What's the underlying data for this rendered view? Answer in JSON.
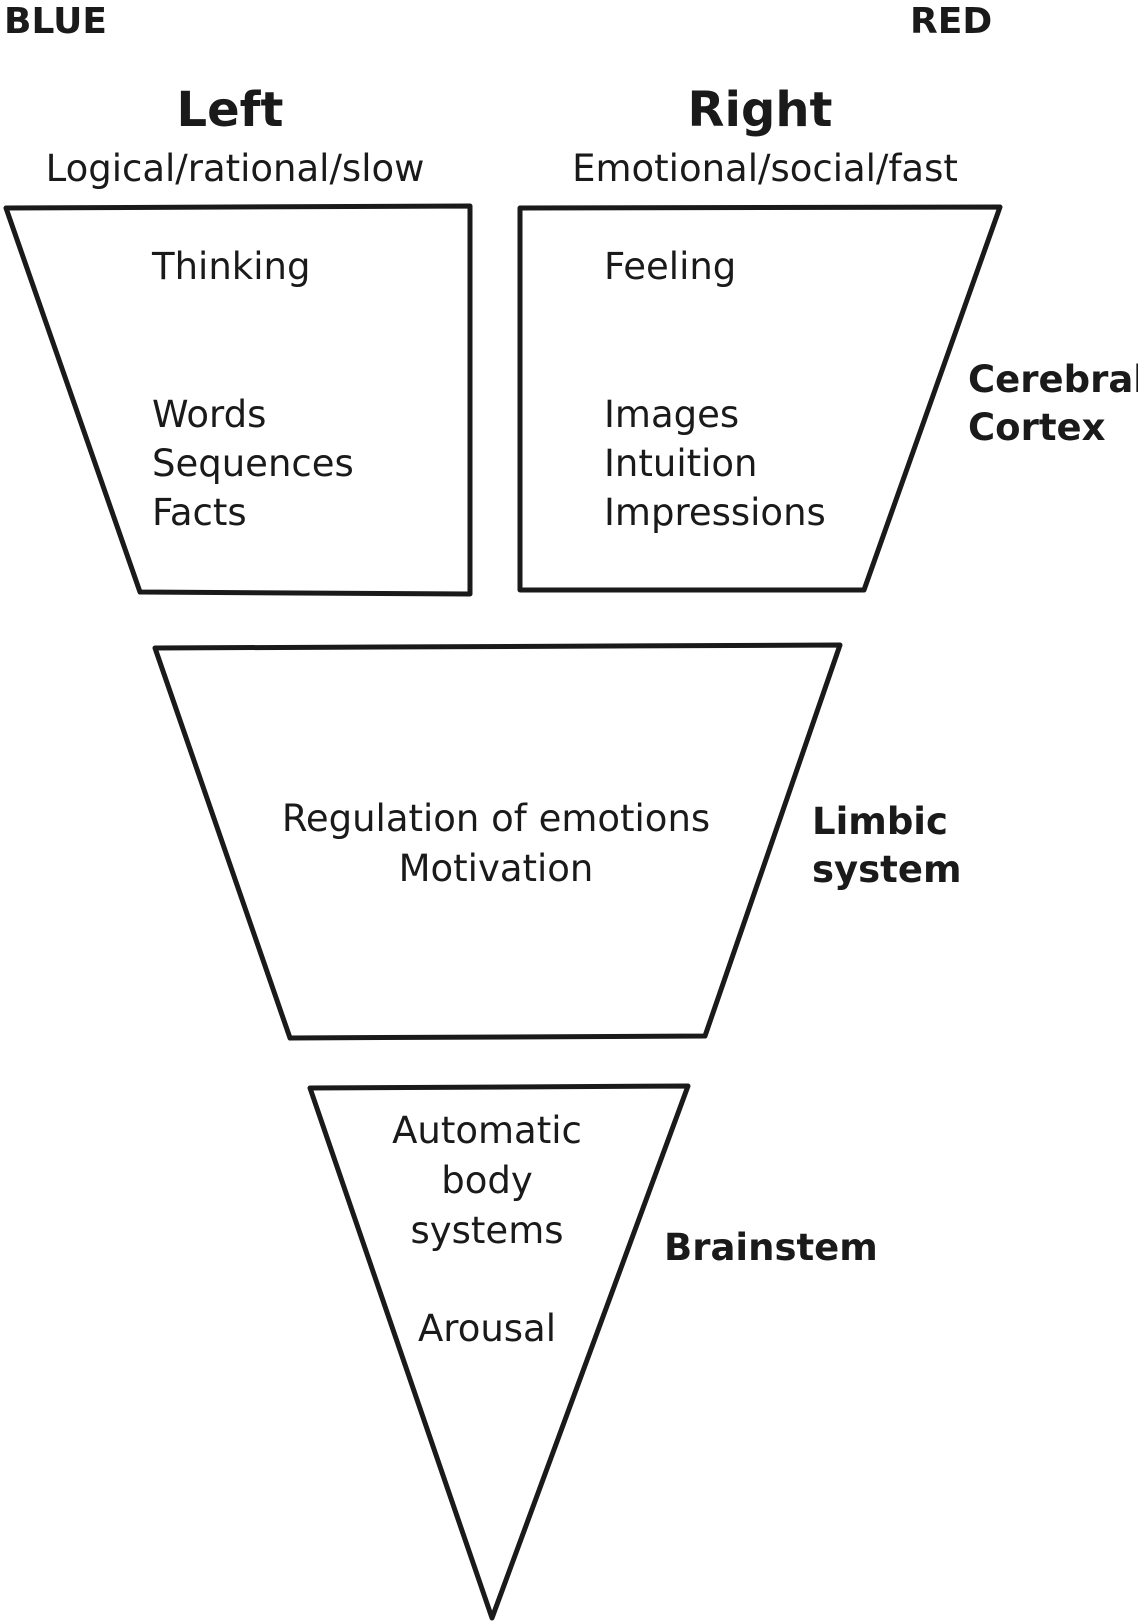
{
  "corners": {
    "left": "BLUE",
    "right": "RED"
  },
  "left_hemisphere": {
    "title": "Left",
    "subtitle": "Logical/rational/slow",
    "items": [
      "Thinking",
      "Words",
      "Sequences",
      "Facts"
    ]
  },
  "right_hemisphere": {
    "title": "Right",
    "subtitle": "Emotional/social/fast",
    "items": [
      "Feeling",
      "Images",
      "Intuition",
      "Impressions"
    ]
  },
  "limbic": {
    "items": [
      "Regulation of emotions",
      "Motivation"
    ]
  },
  "brainstem": {
    "items": [
      "Automatic",
      "body",
      "systems",
      "Arousal"
    ]
  },
  "region_labels": {
    "cortex": [
      "Cerebral",
      "Cortex"
    ],
    "limbic": [
      "Limbic",
      "system"
    ],
    "brainstem": "Brainstem"
  }
}
